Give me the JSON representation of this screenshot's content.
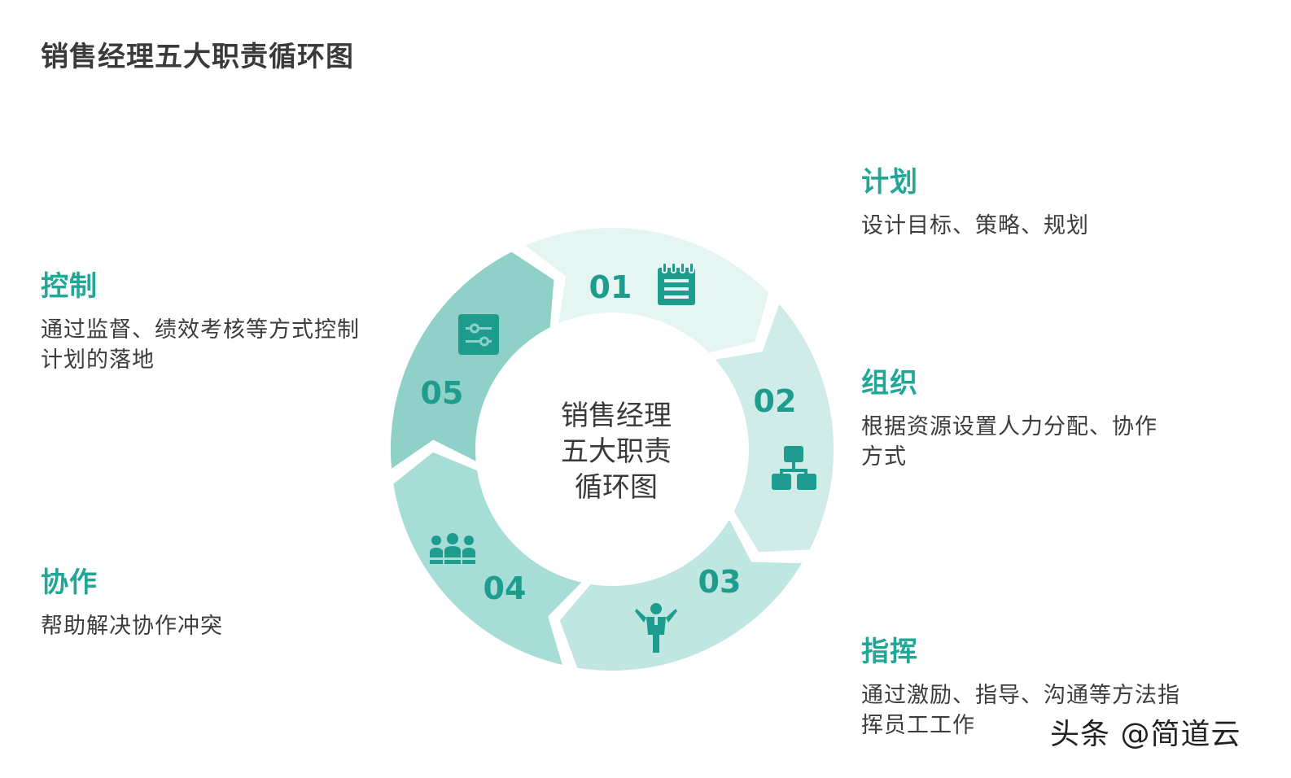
{
  "title": "销售经理五大职责循环图",
  "center_label": [
    "销售经理",
    "五大职责",
    "循环图"
  ],
  "colors": {
    "accent": "#22a797",
    "segment_1": "#e4f5f2",
    "segment_2": "#cfece8",
    "segment_3": "#c0e6e1",
    "segment_4": "#a7ddd7",
    "segment_5": "#8fd0c8",
    "icon": "#1e9d8f"
  },
  "steps": [
    {
      "number": "01",
      "title": "计划",
      "desc_lines": [
        "设计目标、策略、规划"
      ],
      "icon": "notepad-icon"
    },
    {
      "number": "02",
      "title": "组织",
      "desc_lines": [
        "根据资源设置人力分配、协作",
        "方式"
      ],
      "icon": "org-chart-icon"
    },
    {
      "number": "03",
      "title": "指挥",
      "desc_lines": [
        "通过激励、指导、沟通等方法指",
        "挥员工工作"
      ],
      "icon": "presenter-icon"
    },
    {
      "number": "04",
      "title": "协作",
      "desc_lines": [
        "帮助解决协作冲突"
      ],
      "icon": "team-icon"
    },
    {
      "number": "05",
      "title": "控制",
      "desc_lines": [
        "通过监督、绩效考核等方式控制",
        "计划的落地"
      ],
      "icon": "sliders-icon"
    }
  ],
  "watermark": "头条 @简道云"
}
